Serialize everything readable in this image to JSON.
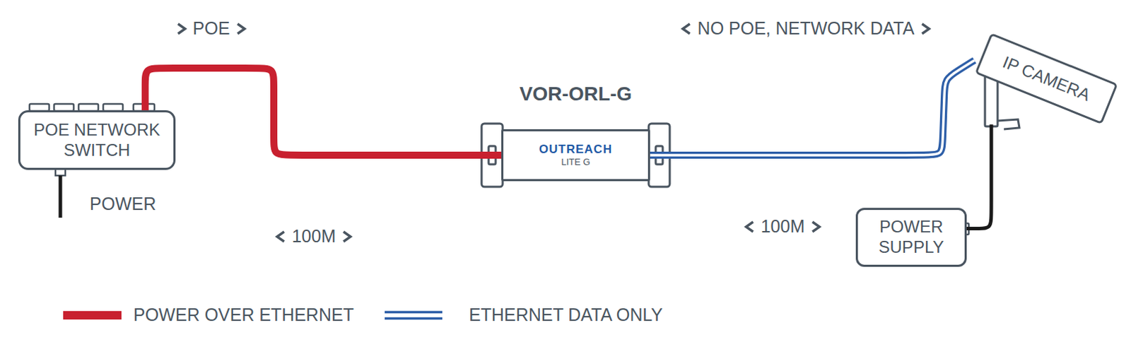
{
  "diagram": {
    "nodes": [
      {
        "text": [
          "POE NETWORK SWITCH"
        ]
      },
      {
        "text": [
          "VOR-ORL-G",
          "OUTREACH",
          "LITE G"
        ]
      },
      {
        "text": [
          "IP CAMERA"
        ]
      },
      {
        "text": [
          "POWER SUPPLY"
        ]
      }
    ],
    "edges": [
      {
        "from": 0,
        "to": 1,
        "arrow": "none",
        "label": "POE"
      },
      {
        "from": 1,
        "to": 2,
        "arrow": "none",
        "label": "NO POE, NETWORK DATA"
      },
      {
        "from": 3,
        "to": 2,
        "arrow": "none"
      }
    ],
    "labels": [
      "POWER",
      "100M",
      "100M"
    ],
    "legend": [
      {
        "text": "POWER OVER ETHERNET",
        "color": "#c8202f"
      },
      {
        "text": "ETHERNET DATA ONLY",
        "color": "#2e5fa8"
      }
    ]
  }
}
